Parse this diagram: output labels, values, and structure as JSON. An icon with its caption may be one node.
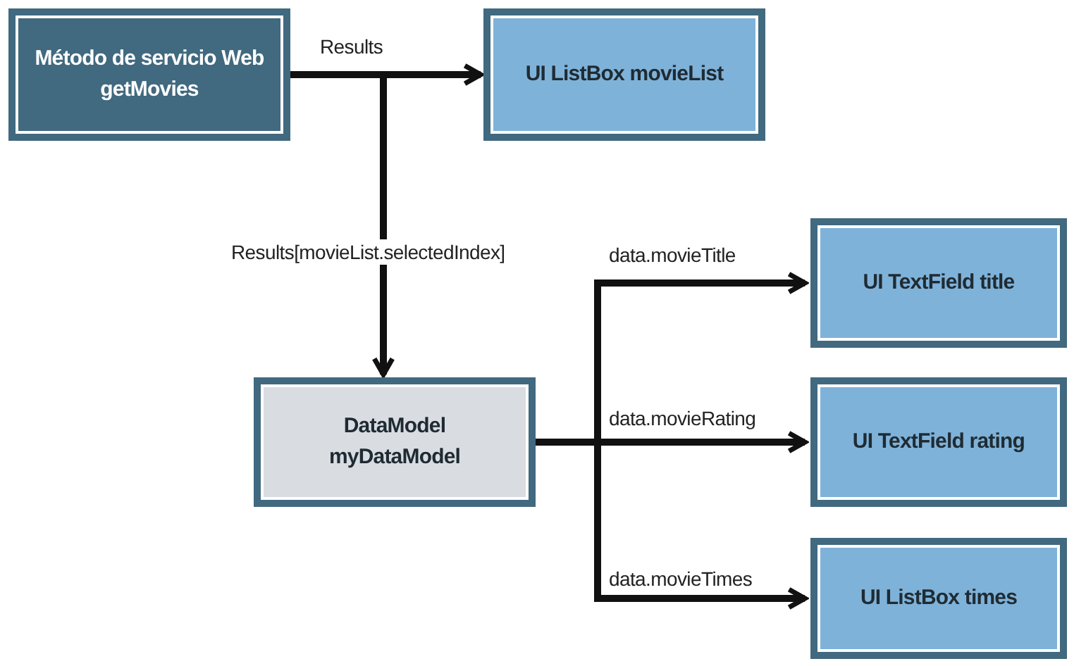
{
  "diagram": {
    "nodes": [
      {
        "text": [
          "Método de servicio Web getMovies"
        ]
      },
      {
        "text": [
          "UI ListBox movieList"
        ]
      },
      {
        "text": [
          "DataModel myDataModel"
        ]
      },
      {
        "text": [
          "UI TextField title"
        ]
      },
      {
        "text": [
          "UI TextField rating"
        ]
      },
      {
        "text": [
          "UI ListBox times"
        ]
      }
    ],
    "edges": [
      {
        "from": 0,
        "to": 1,
        "arrow": "to",
        "label": "Results"
      },
      {
        "from": 0,
        "to": 2,
        "arrow": "to",
        "label": "Results[movieList.selectedIndex]"
      },
      {
        "from": 2,
        "to": 3,
        "arrow": "to",
        "label": "data.movieTitle"
      },
      {
        "from": 2,
        "to": 4,
        "arrow": "to",
        "label": "data.movieRating"
      },
      {
        "from": 2,
        "to": 5,
        "arrow": "to",
        "label": "data.movieTimes"
      }
    ]
  }
}
